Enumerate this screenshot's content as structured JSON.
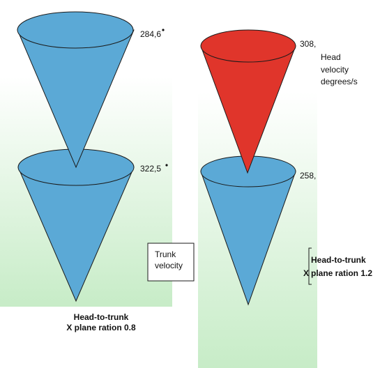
{
  "colors": {
    "panel_top": "#ffffff",
    "panel_bottom": "#c7ecc7",
    "cone_blue": "#5ba9d6",
    "cone_red": "#e0352b",
    "outline": "#1a1a1a"
  },
  "left_panel": {
    "head_value": "284,6",
    "trunk_value": "322,5",
    "trunk_label": [
      "Trunk",
      "velocity"
    ],
    "caption": [
      "Head-to-trunk",
      "X plane ration 0.8"
    ]
  },
  "right_panel": {
    "head_value": "308,",
    "head_label": [
      "Head",
      "velocity",
      "degrees/s"
    ],
    "trunk_value": "258,",
    "caption": [
      "Head-to-trunk",
      "X plane ration 1.2"
    ],
    "caption_prefix": "X"
  }
}
